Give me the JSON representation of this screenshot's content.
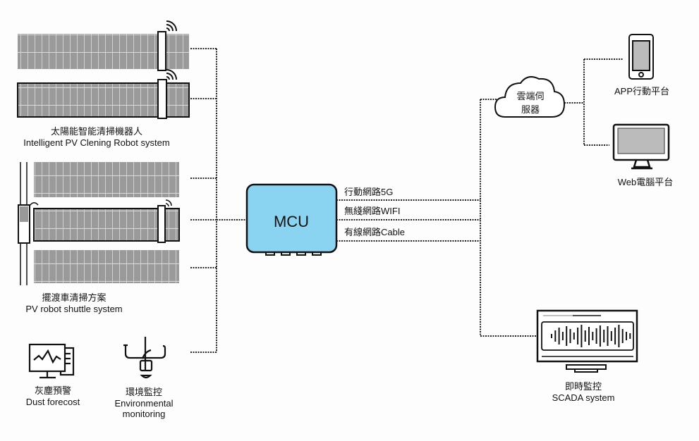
{
  "colors": {
    "mcu_fill": "#8ad4f2",
    "panel_fill": "#9a9a9a",
    "line": "#222222"
  },
  "left": {
    "robot_system": {
      "zh": "太陽能智能清掃機器人",
      "en": "Intelligent PV Clening Robot system"
    },
    "shuttle_system": {
      "zh": "擺渡車清掃方案",
      "en": "PV robot shuttle system"
    },
    "dust": {
      "zh": "灰塵預警",
      "en": "Dust forecost",
      "icon": "monitor-chart-icon"
    },
    "env": {
      "zh": "環境監控",
      "en1": "Environmental",
      "en2": "monitoring",
      "icon": "weather-station-icon"
    }
  },
  "mcu": {
    "label": "MCU"
  },
  "links": [
    {
      "label": "行動網路5G"
    },
    {
      "label": "無綫網路WIFI"
    },
    {
      "label": "有線網路Cable"
    }
  ],
  "right": {
    "cloud": {
      "line1": "雲端伺",
      "line2": "服器",
      "icon": "cloud-icon"
    },
    "app": {
      "label": "APP行動平台",
      "icon": "phone-icon"
    },
    "web": {
      "label": "Web電腦平台",
      "icon": "monitor-icon"
    },
    "scada": {
      "zh": "即時監控",
      "en": "SCADA system",
      "icon": "waveform-monitor-icon"
    }
  }
}
